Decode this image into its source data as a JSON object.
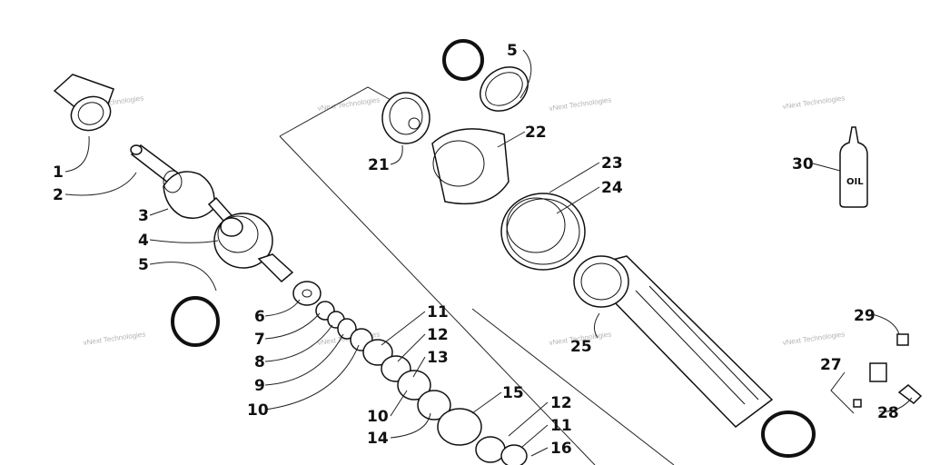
{
  "callouts": [
    {
      "id": "c1",
      "text": "1"
    },
    {
      "id": "c2",
      "text": "2"
    },
    {
      "id": "c3",
      "text": "3"
    },
    {
      "id": "c4",
      "text": "4"
    },
    {
      "id": "c5a",
      "text": "5"
    },
    {
      "id": "c5b",
      "text": "5"
    },
    {
      "id": "c6",
      "text": "6"
    },
    {
      "id": "c7",
      "text": "7"
    },
    {
      "id": "c8",
      "text": "8"
    },
    {
      "id": "c9",
      "text": "9"
    },
    {
      "id": "c10a",
      "text": "10"
    },
    {
      "id": "c10b",
      "text": "10"
    },
    {
      "id": "c11a",
      "text": "11"
    },
    {
      "id": "c11b",
      "text": "11"
    },
    {
      "id": "c12a",
      "text": "12"
    },
    {
      "id": "c12b",
      "text": "12"
    },
    {
      "id": "c13",
      "text": "13"
    },
    {
      "id": "c14",
      "text": "14"
    },
    {
      "id": "c15",
      "text": "15"
    },
    {
      "id": "c16",
      "text": "16"
    },
    {
      "id": "c21",
      "text": "21"
    },
    {
      "id": "c22",
      "text": "22"
    },
    {
      "id": "c23",
      "text": "23"
    },
    {
      "id": "c24",
      "text": "24"
    },
    {
      "id": "c25",
      "text": "25"
    },
    {
      "id": "c27",
      "text": "27"
    },
    {
      "id": "c28",
      "text": "28"
    },
    {
      "id": "c29",
      "text": "29"
    },
    {
      "id": "c30",
      "text": "30"
    }
  ],
  "oil_label": "OIL",
  "watermark": "vNext Technologies"
}
